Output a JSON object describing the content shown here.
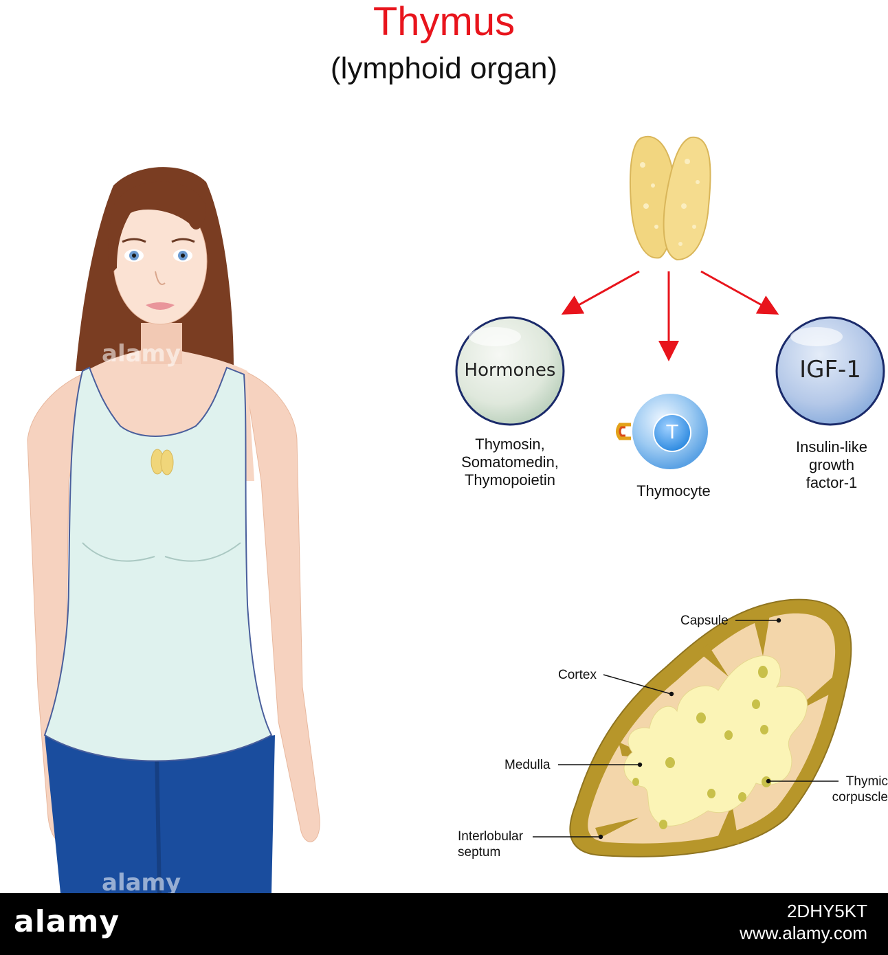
{
  "header": {
    "title": "Thymus",
    "subtitle": "(lymphoid organ)"
  },
  "products": {
    "hormones": {
      "circle_label": "Hormones",
      "caption_lines": [
        "Thymosin,",
        "Somatomedin,",
        "Thymopoietin"
      ]
    },
    "thymocyte": {
      "circle_label": "T",
      "caption": "Thymocyte"
    },
    "igf": {
      "circle_label": "IGF-1",
      "caption_lines": [
        "Insulin-like",
        "growth",
        "factor-1"
      ]
    }
  },
  "structure": {
    "labels": {
      "capsule": "Capsule",
      "cortex": "Cortex",
      "medulla": "Medulla",
      "thymic_corpuscle": [
        "Thymic",
        "corpuscle"
      ],
      "interlobular_septum": [
        "Interlobular",
        "septum"
      ]
    }
  },
  "watermark": "alamy",
  "footer": {
    "brand": "alamy",
    "image_id": "2DHY5KT",
    "site": "www.alamy.com"
  },
  "colors": {
    "title": "#e8141c",
    "arrow": "#e8141c",
    "thymus": "#f2d680",
    "capsule": "#b7962a",
    "cortex": "#f3d6aa",
    "medulla": "#fbf4b6"
  }
}
